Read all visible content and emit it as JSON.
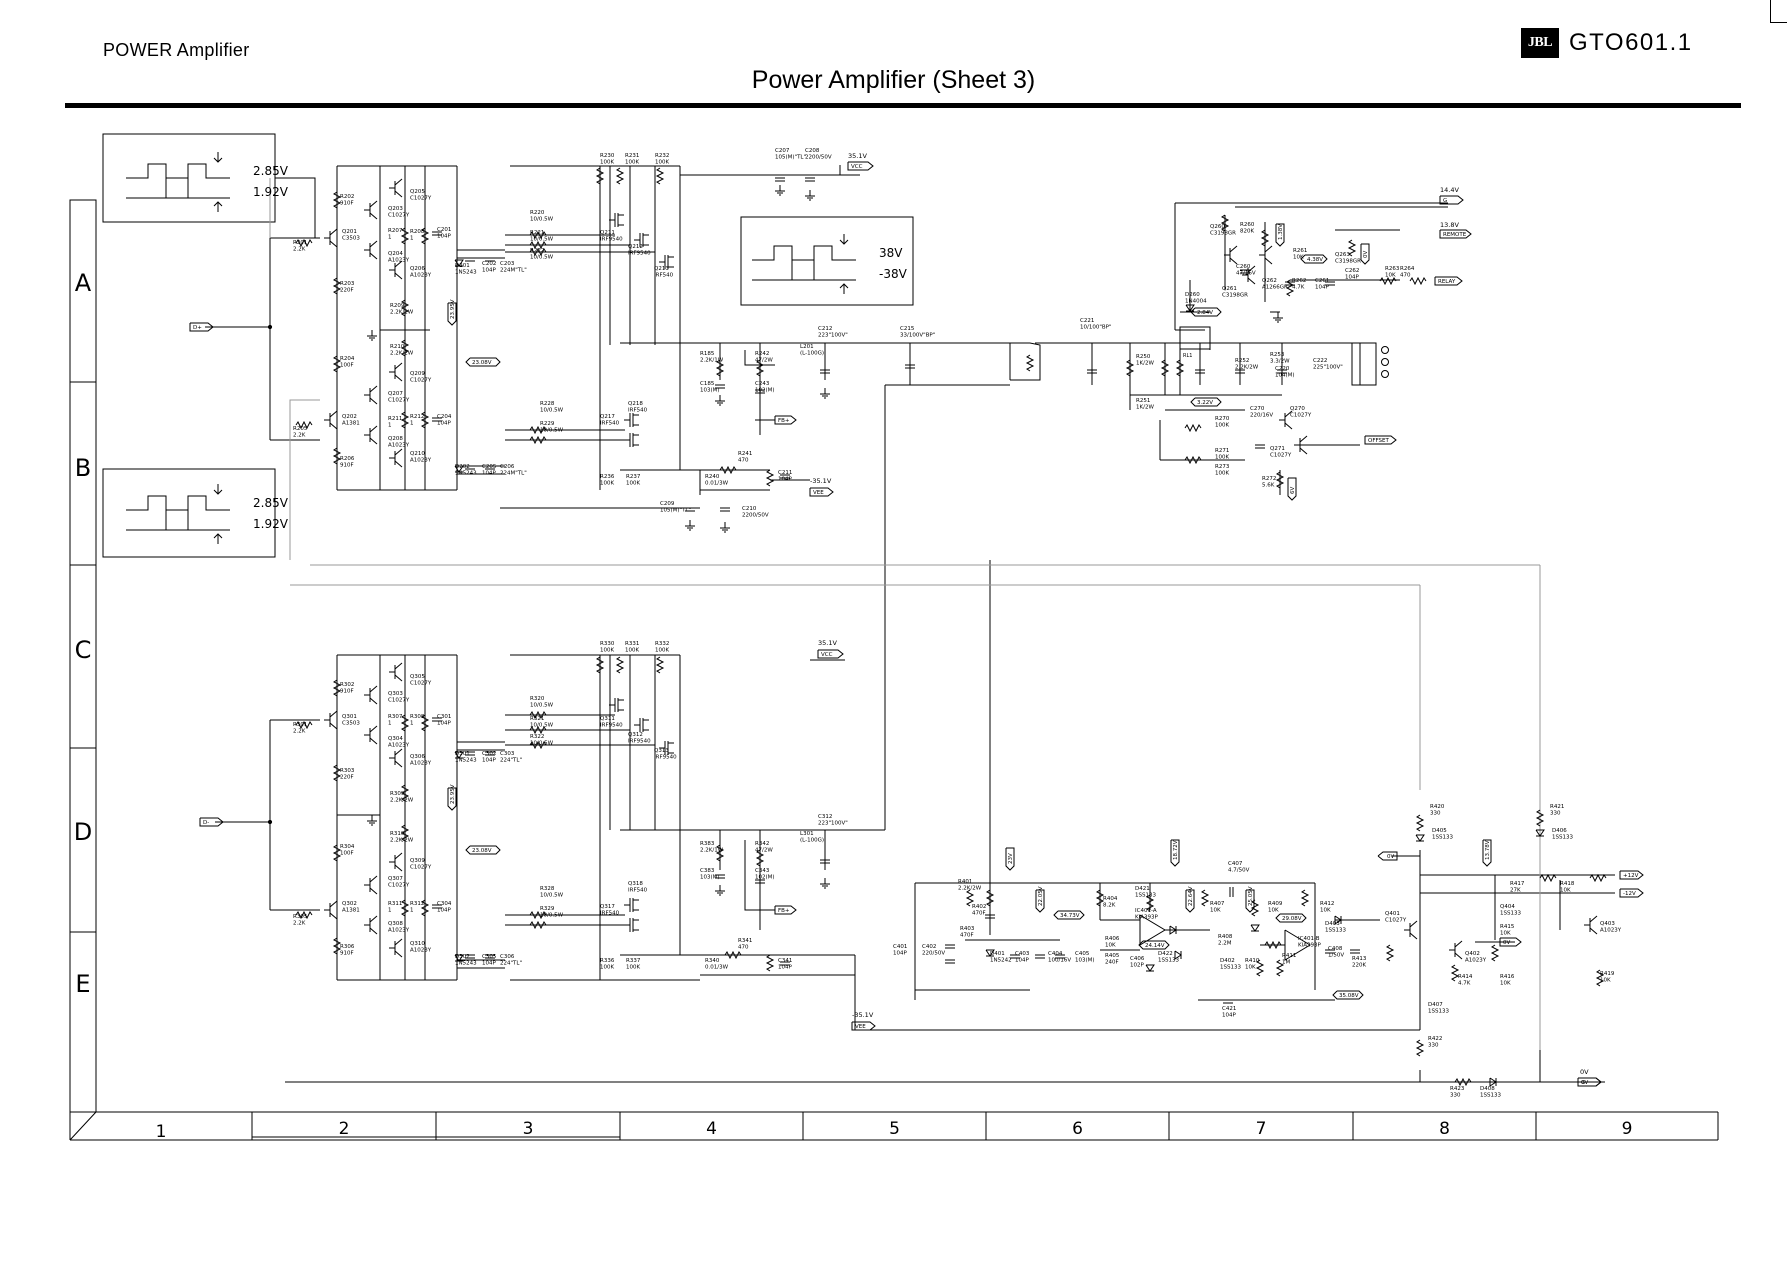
{
  "header": {
    "section_label": "POWER Amplifier",
    "title": "Power Amplifier (Sheet 3)",
    "brand_logo": "JBL",
    "model": "GTO601.1"
  },
  "grid": {
    "rows": [
      "A",
      "B",
      "C",
      "D",
      "E"
    ],
    "columns": [
      "1",
      "2",
      "3",
      "4",
      "5",
      "6",
      "7",
      "8",
      "9"
    ]
  },
  "waveform_insets": [
    {
      "high": "2.85V",
      "low": "1.92V"
    },
    {
      "high": "38V",
      "low": "-38V"
    },
    {
      "high": "2.85V",
      "low": "1.92V"
    }
  ],
  "rail_labels": {
    "top_pos": "35.1V",
    "top_neg": "-35.1V",
    "bot_pos": "35.1V",
    "bot_neg": "-35.1V",
    "supply_14v": "14.4V",
    "supply_13v": "13.8V",
    "zero_v": "0V"
  },
  "ports": {
    "vcc": "VCC",
    "vee": "VEE",
    "remote": "REMOTE",
    "relay": "RELAY",
    "offset": "OFFSET",
    "fb": "FB+",
    "d_plus": "D+",
    "d_minus": "D-",
    "g": "G",
    "g2": "G",
    "p12": "+12V",
    "m12": "-12V",
    "v0a": "0V",
    "v0b": "0V",
    "v0c": "0V"
  },
  "voltage_tags": {
    "v2308a": "23.08V",
    "v2308b": "23.08V",
    "v2395a": "23.95V",
    "v2395b": "23.95V",
    "v322": "3.22V",
    "v284": "2.84V",
    "v438": "4.38V",
    "v138": "1.38V",
    "v0": "0V",
    "v3473": "34.73V",
    "v2414": "24.14V",
    "v2908": "29.08V",
    "v3508": "35.08V",
    "v2505": "25.05V",
    "v2264": "22.64V",
    "v2205": "22.05V",
    "v1872": "18.72V",
    "v1378": "13.78V",
    "v23": "23V",
    "v6v": "6V",
    "v25v": "25V"
  },
  "components": {
    "r202": "R202",
    "r202v": "910F",
    "r201": "R201",
    "r201v": "2.2K",
    "r203": "R203",
    "r203v": "220F",
    "r204": "R204",
    "r204v": "100F",
    "r205": "R205",
    "r205v": "2.2K",
    "r206": "R206",
    "r206v": "910F",
    "q201": "Q201",
    "q201v": "C3503",
    "q202": "Q202",
    "q202v": "A1381",
    "q203": "Q203",
    "q203v": "C1027Y",
    "q204": "Q204",
    "q204v": "A1023Y",
    "q205": "Q205",
    "q205v": "C1027Y",
    "q206": "Q206",
    "q206v": "A1023Y",
    "q207": "Q207",
    "q207v": "C1027Y",
    "q208": "Q208",
    "q208v": "A1023Y",
    "q209": "Q209",
    "q209v": "C1027Y",
    "q210": "Q210",
    "q210v": "A1023Y",
    "r207": "R207",
    "r207v": "1",
    "r208": "R208",
    "r208v": "1",
    "r211": "R211",
    "r211v": "1",
    "r212": "R212",
    "r212v": "1",
    "r209": "R209",
    "r209v": "2.2K/2W",
    "r210": "R210",
    "r210v": "2.2K/2W",
    "c201": "C201",
    "c201v": "104P",
    "c202": "C202",
    "c202v": "104P",
    "c203": "C203",
    "c203v": "224M\"TL\"",
    "c204": "C204",
    "c204v": "104P",
    "c205": "C205",
    "c205v": "104P",
    "c206": "C206",
    "c206v": "224M\"TL\"",
    "d201": "D201",
    "d201v": "1N5243",
    "d202": "D202",
    "d202v": "1N5243",
    "r220": "R220",
    "r220v": "10/0.5W",
    "r221": "R221",
    "r221v": "10/0.5W",
    "r222": "R222",
    "r222v": "10/0.5W",
    "r228": "R228",
    "r228v": "10/0.5W",
    "r229": "R229",
    "r229v": "10/0.5W",
    "r230": "R230",
    "r230v": "100K",
    "r231": "R231",
    "r231v": "100K",
    "r232": "R232",
    "r232v": "100K",
    "r236": "R236",
    "r236v": "100K",
    "r237": "R237",
    "r237v": "100K",
    "c207": "C207",
    "c207v": "105(M)\"TL\"",
    "c208": "C208",
    "c208v": "2200/50V",
    "c209": "C209",
    "c209v": "105(M)\"TL\"",
    "c210": "C210",
    "c210v": "2200/50V",
    "q211": "Q211",
    "q211v": "IRF9540",
    "q212": "Q212",
    "q212v": "IRF9540",
    "q213": "Q213",
    "q213v": "IRF540",
    "q217": "Q217",
    "q217v": "IRF540",
    "q218": "Q218",
    "q218v": "IRF540",
    "r185": "R185",
    "r185v": "2.2K/1W",
    "c185": "C185",
    "c185v": "103(M)",
    "r242": "R242",
    "r242v": "47/2W",
    "c243": "C243",
    "c243v": "102(M)",
    "c212": "C212",
    "c212v": "223\"100V\"",
    "c215": "C215",
    "c215v": "33/100V\"BP\"",
    "c221": "C221",
    "c221v": "10/100\"BP\"",
    "l201": "L201",
    "l201v": "(L-100G)",
    "r241": "R241",
    "r241v": "470",
    "r240": "R240",
    "r240v": "0.01/3W",
    "c211": "C211",
    "c211v": "104P",
    "r250": "R250",
    "r250v": "1K/2W",
    "r251": "R251",
    "r251v": "1K/2W",
    "r252": "R252",
    "r252v": "2.2K/2W",
    "r253": "R253",
    "r253v": "3.3/2W",
    "c220": "C220",
    "c220v": "104(M)",
    "c222": "C222",
    "c222v": "225\"100V\"",
    "r270": "R270",
    "r270v": "100K",
    "r271": "R271",
    "r271v": "100K",
    "r272": "R272",
    "r272v": "5.6K",
    "r273": "R273",
    "r273v": "100K",
    "c270": "C270",
    "c270v": "220/16V",
    "q270": "Q270",
    "q270v": "C1027Y",
    "q271": "Q271",
    "q271v": "C1027Y",
    "rl1": "RL1",
    "q260": "Q260",
    "q260v": "C3198GR",
    "q261": "Q261",
    "q261v": "C3198GR",
    "q262": "Q262",
    "q262v": "A1266GR",
    "q263": "Q263",
    "q263v": "C3198GR",
    "r260": "R260",
    "r260v": "820K",
    "r261": "R261",
    "r261v": "10K",
    "r262": "R262",
    "r262v": "4.7K",
    "r263": "R263",
    "r263v": "10K",
    "r264": "R264",
    "r264v": "470",
    "c260": "C260",
    "c260v": "47/16V",
    "c261": "C261",
    "c261v": "104P",
    "c262": "C262",
    "c262v": "104P",
    "d260": "D260",
    "d260v": "1N4004",
    "r302": "R302",
    "r302v": "910F",
    "r301": "R301",
    "r301v": "2.2K",
    "r303": "R303",
    "r303v": "220F",
    "r304": "R304",
    "r304v": "100F",
    "r305": "R305",
    "r305v": "2.2K",
    "r306": "R306",
    "r306v": "910F",
    "q301": "Q301",
    "q301v": "C3503",
    "q302": "Q302",
    "q302v": "A1381",
    "q303": "Q303",
    "q303v": "C1027Y",
    "q304": "Q304",
    "q304v": "A1023Y",
    "q305": "Q305",
    "q305v": "C1027Y",
    "q306": "Q306",
    "q306v": "A1023Y",
    "q307": "Q307",
    "q307v": "C1027Y",
    "q308": "Q308",
    "q308v": "A1023Y",
    "q309": "Q309",
    "q309v": "C1027Y",
    "q310": "Q310",
    "q310v": "A1023Y",
    "r307": "R307",
    "r307v": "1",
    "r308": "R308",
    "r308v": "1",
    "r311": "R311",
    "r311v": "1",
    "r312": "R312",
    "r312v": "1",
    "r309": "R309",
    "r309v": "2.2K/2W",
    "r310": "R310",
    "r310v": "2.2K/2W",
    "c301": "C301",
    "c301v": "104P",
    "c302": "C302",
    "c302v": "104P",
    "c303": "C303",
    "c303v": "224\"TL\"",
    "c304": "C304",
    "c304v": "104P",
    "c305": "C305",
    "c305v": "104P",
    "c306": "C306",
    "c306v": "224\"TL\"",
    "d301": "D301",
    "d301v": "1N5243",
    "d302": "D302",
    "d302v": "1N5243",
    "r320": "R320",
    "r320v": "10/0.5W",
    "r321": "R321",
    "r321v": "10/0.5W",
    "r322": "R322",
    "r322v": "10/0.5W",
    "r328": "R328",
    "r328v": "10/0.5W",
    "r329": "R329",
    "r329v": "10/0.5W",
    "r330": "R330",
    "r330v": "100K",
    "r331": "R331",
    "r331v": "100K",
    "r332": "R332",
    "r332v": "100K",
    "r336": "R336",
    "r336v": "100K",
    "r337": "R337",
    "r337v": "100K",
    "q311": "Q311",
    "q311v": "IRF9540",
    "q312": "Q312",
    "q312v": "IRF9540",
    "q313": "Q313",
    "q313v": "IRF9540",
    "q317": "Q317",
    "q317v": "IRF540",
    "q318": "Q318",
    "q318v": "IRF540",
    "r383": "R383",
    "r383v": "2.2K/1W",
    "c383": "C383",
    "c383v": "103(M)",
    "r342": "R342",
    "r342v": "47/2W",
    "c343": "C343",
    "c343v": "102(M)",
    "c312": "C312",
    "c312v": "223\"100V\"",
    "l301": "L301",
    "l301v": "(L-100G)",
    "r341": "R341",
    "r341v": "470",
    "r340": "R340",
    "r340v": "0.01/3W",
    "c341": "C341",
    "c341v": "104P",
    "r401": "R401",
    "r401v": "2.2K/2W",
    "r402": "R402",
    "r402v": "470F",
    "r403": "R403",
    "r403v": "470F",
    "c401": "C401",
    "c401v": "104P",
    "c402": "C402",
    "c402v": "220/50V",
    "d401": "D401",
    "d401v": "1N5242",
    "c403": "C403",
    "c403v": "104P",
    "c404": "C404",
    "c404v": "100/16V",
    "c405": "C405",
    "c405v": "103(M)",
    "r404": "R404",
    "r404v": "8.2K",
    "r405": "R405",
    "r405v": "240F",
    "r406": "R406",
    "r406v": "10K",
    "c406": "C406",
    "c406v": "102P",
    "d421": "D421",
    "d421v": "1SS133",
    "d422": "D422",
    "d422v": "1SS133",
    "ic401a": "IC401-A",
    "ic401av": "KIA393P",
    "ic401b": "IC401-B",
    "ic401bv": "KIA393P",
    "c407": "C407",
    "c407v": "4.7/50V",
    "r407": "R407",
    "r407v": "10K",
    "r408": "R408",
    "r408v": "2.2M",
    "r409": "R409",
    "r409v": "10K",
    "r410": "R410",
    "r410v": "10K",
    "r411": "R411",
    "r411v": "1M",
    "r412": "R412",
    "r412v": "10K",
    "d402": "D402",
    "d402v": "1SS133",
    "d403": "D403",
    "d403v": "1SS133",
    "c408": "C408",
    "c408v": "1/50V",
    "r413": "R413",
    "r413v": "220K",
    "c421": "C421",
    "c421v": "104P",
    "q401": "Q401",
    "q401v": "C1027Y",
    "q402": "Q402",
    "q402v": "A1023Y",
    "q403": "Q403",
    "q403v": "A1023Y",
    "q404": "Q404",
    "q404v": "1SS133",
    "r414": "R414",
    "r414v": "4.7K",
    "r415": "R415",
    "r415v": "10K",
    "r416": "R416",
    "r416v": "10K",
    "r417": "R417",
    "r417v": "27K",
    "r418": "R418",
    "r418v": "10K",
    "r419": "R419",
    "r419v": "10K",
    "r420": "R420",
    "r420v": "330",
    "r421": "R421",
    "r421v": "330",
    "r422": "R422",
    "r422v": "330",
    "r423": "R423",
    "r423v": "330",
    "d405": "D405",
    "d405v": "1SS133",
    "d406": "D406",
    "d406v": "1SS133",
    "d407": "D407",
    "d407v": "1SS133",
    "d408": "D408",
    "d408v": "1SS133"
  },
  "colors": {
    "ink": "#000000",
    "paper": "#ffffff",
    "guide": "#999999"
  }
}
